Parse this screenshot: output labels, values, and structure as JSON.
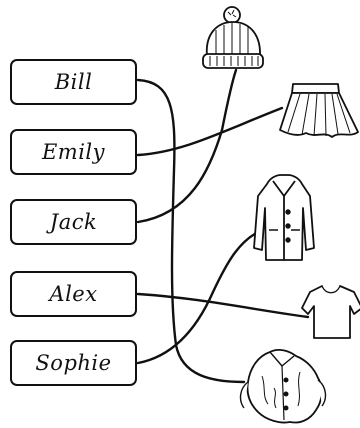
{
  "names": [
    {
      "id": "bill",
      "label": "Bill"
    },
    {
      "id": "emily",
      "label": "Emily"
    },
    {
      "id": "jack",
      "label": "Jack"
    },
    {
      "id": "alex",
      "label": "Alex"
    },
    {
      "id": "sophie",
      "label": "Sophie"
    }
  ],
  "clothing_items": [
    {
      "id": "hat",
      "icon": "knit-hat-icon"
    },
    {
      "id": "skirt",
      "icon": "skirt-icon"
    },
    {
      "id": "coat",
      "icon": "coat-icon"
    },
    {
      "id": "tshirt",
      "icon": "tshirt-icon"
    },
    {
      "id": "shirt",
      "icon": "crumpled-shirt-icon"
    }
  ],
  "matches": [
    {
      "name": "Bill",
      "item": "crumpled-shirt"
    },
    {
      "name": "Emily",
      "item": "skirt"
    },
    {
      "name": "Jack",
      "item": "knit-hat"
    },
    {
      "name": "Alex",
      "item": "t-shirt"
    },
    {
      "name": "Sophie",
      "item": "coat"
    }
  ],
  "colors": {
    "ink": "#111111",
    "background": "#ffffff"
  }
}
